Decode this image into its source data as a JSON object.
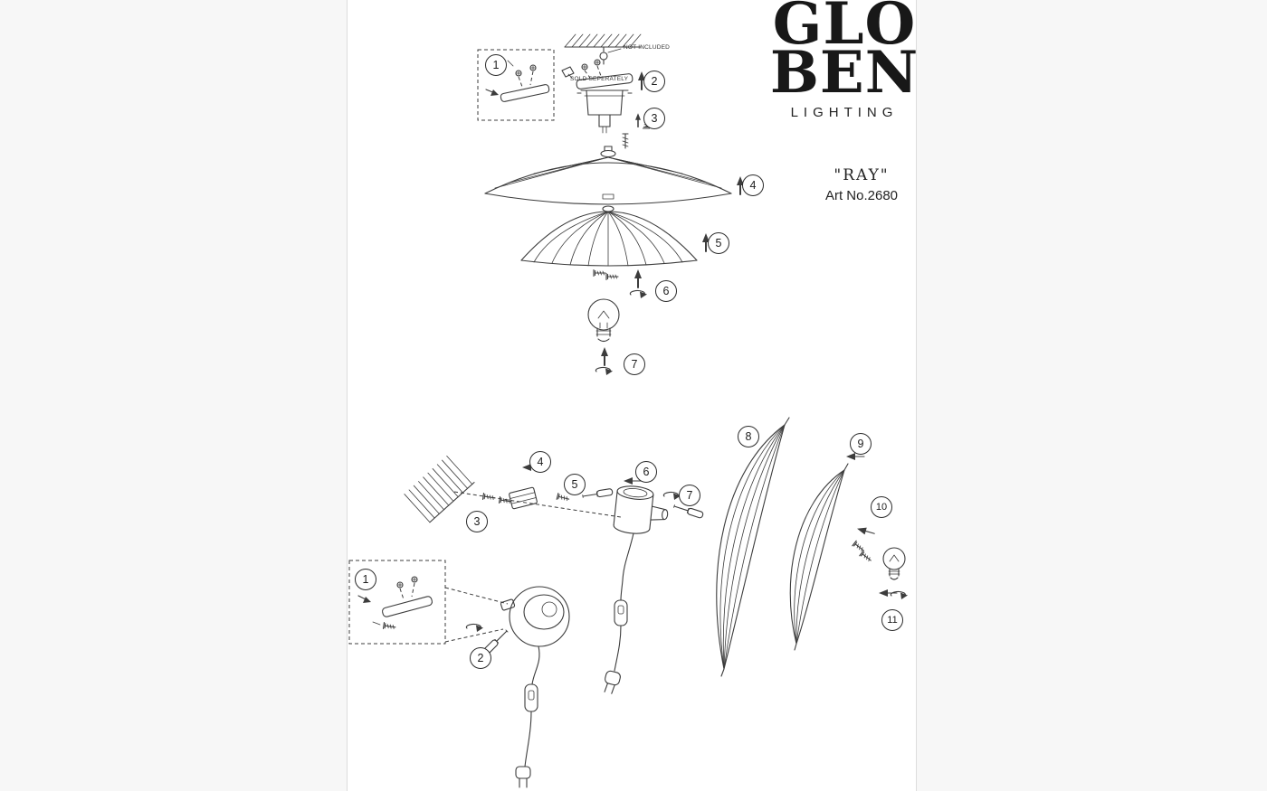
{
  "brand": {
    "logo_line1": "GLO",
    "logo_line2": "BEN",
    "subtitle": "LIGHTING"
  },
  "product": {
    "name": "\"RAY\"",
    "art_no": "Art No.2680"
  },
  "notes": {
    "not_included": "NOT INCLUDED",
    "sold_separately": "SOLD SEPERATELY"
  },
  "diagram_top": {
    "steps": [
      "1",
      "2",
      "3",
      "4",
      "5",
      "6",
      "7"
    ]
  },
  "diagram_bottom": {
    "steps": [
      "1",
      "2",
      "3",
      "4",
      "5",
      "6",
      "7",
      "8",
      "9",
      "10",
      "11"
    ]
  }
}
